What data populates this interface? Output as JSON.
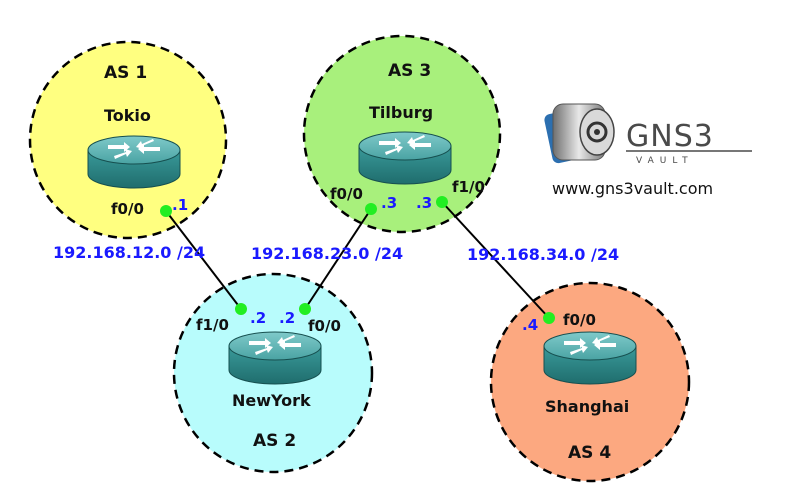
{
  "domains": [
    {
      "id": "as1",
      "label": "AS 1",
      "fill": "#ffff80"
    },
    {
      "id": "as3",
      "label": "AS 3",
      "fill": "#a8f07c"
    },
    {
      "id": "as2",
      "label": "AS 2",
      "fill": "#b8fcfc"
    },
    {
      "id": "as4",
      "label": "AS 4",
      "fill": "#fca880"
    }
  ],
  "routers": {
    "tokio": "Tokio",
    "tilburg": "Tilburg",
    "newyork": "NewYork",
    "shanghai": "Shanghai"
  },
  "interfaces": {
    "tokio_f00": "f0/0",
    "tokio_ip": ".1",
    "tilburg_f00": "f0/0",
    "tilburg_f00_ip": ".3",
    "tilburg_f10_ip": ".3",
    "tilburg_f10": "f1/0",
    "newyork_f10": "f1/0",
    "newyork_f10_ip": ".2",
    "newyork_f00_ip": ".2",
    "newyork_f00": "f0/0",
    "shanghai_ip": ".4",
    "shanghai_f00": "f0/0"
  },
  "networks": {
    "net12": "192.168.12.0 /24",
    "net23": "192.168.23.0 /24",
    "net34": "192.168.34.0 /24"
  },
  "brand": {
    "logo_text": "GNS3",
    "logo_subtext": "VAULT",
    "url": "www.gns3vault.com"
  },
  "colors": {
    "link": "#000000",
    "endpoint": "#22ee22",
    "ip_text": "#1a1aff",
    "router_body": "#2e8b8b"
  }
}
